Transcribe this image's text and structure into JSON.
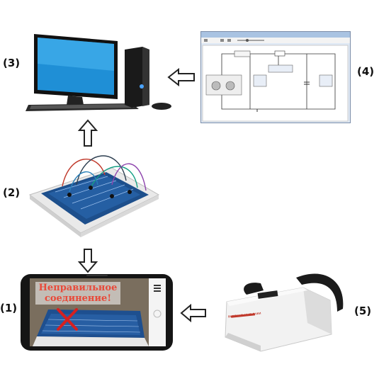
{
  "labels": {
    "n1": "(1)",
    "n2": "(2)",
    "n3": "(3)",
    "n4": "(4)",
    "n5": "(5)"
  },
  "phone": {
    "ar_message_line1": "Неправильное",
    "ar_message_line2": "соединение!"
  },
  "vr": {
    "brand": "ВИРТУАЛЬНЫЕ ОЧКИ"
  },
  "colors": {
    "arrow_stroke": "#222222",
    "monitor_screen": "#1f8fd6",
    "board_blue": "#1d4f8c",
    "ar_banner": "#c8412f",
    "vr_body": "#f2f2f2"
  }
}
